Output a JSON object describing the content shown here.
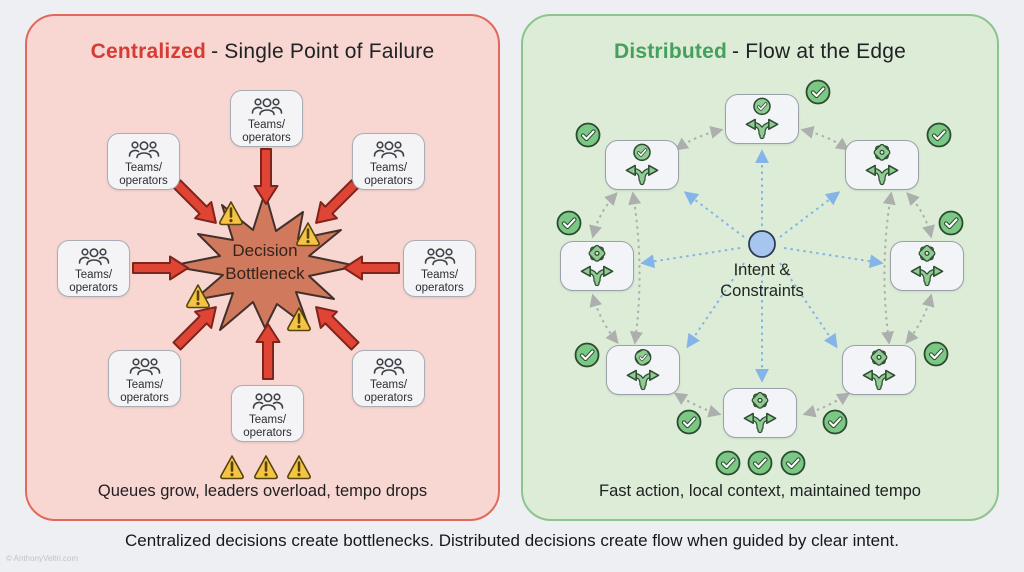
{
  "page": {
    "caption": "Centralized decisions create bottlenecks. Distributed decisions create flow when guided by clear intent.",
    "watermark": "© AnthonyVeltri.com",
    "background_color": "#edeff3"
  },
  "left_panel": {
    "title_highlight": "Centralized",
    "title_rest": "- Single Point of Failure",
    "title_highlight_color": "#d63b35",
    "team_box_label": "Teams/\noperators",
    "team_box_count": 8,
    "center_label": "Decision\nBottleneck",
    "bottom_text": "Queues grow, leaders overload, tempo drops",
    "warning_triangle_count": 7,
    "colors": {
      "panel_bg": "#f8d6d1",
      "panel_border": "#e2685c",
      "arrow_red": "#e04434",
      "burst_fill": "#d1795c",
      "warning_yellow": "#f6c445"
    }
  },
  "right_panel": {
    "title_highlight": "Distributed",
    "title_rest": "- Flow at the Edge",
    "title_highlight_color": "#46a05d",
    "center_label": "Intent &\nConstraints",
    "bottom_text": "Fast action, local context, maintained tempo",
    "nodes": [
      {
        "position": "top-center",
        "badge": "check-circle"
      },
      {
        "position": "upper-left",
        "badge": "check-circle"
      },
      {
        "position": "upper-right",
        "badge": "gear"
      },
      {
        "position": "mid-left",
        "badge": "gear"
      },
      {
        "position": "mid-right",
        "badge": "gear"
      },
      {
        "position": "lower-left",
        "badge": "seal-check"
      },
      {
        "position": "lower-right",
        "badge": "gear"
      },
      {
        "position": "bottom-center",
        "badge": "gear"
      }
    ],
    "check_circle_count": 12,
    "colors": {
      "panel_bg": "#dcecd7",
      "panel_border": "#8cc48d",
      "node_green": "#8fcb92",
      "check_green": "#7ac884",
      "link_gray": "#acafad",
      "link_blue": "#85b4e8",
      "intent_blue": "#a6c6f0"
    }
  }
}
